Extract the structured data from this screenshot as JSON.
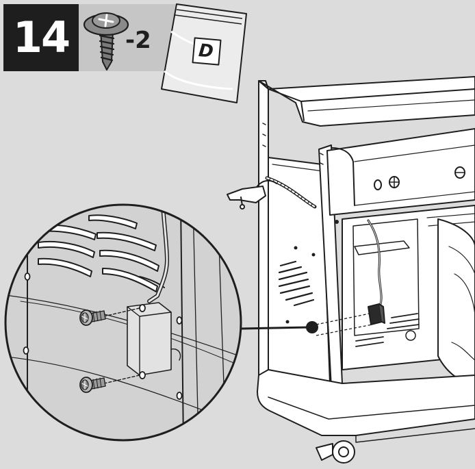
{
  "step": {
    "number": "14"
  },
  "parts": {
    "screw_quantity": "-2",
    "hardware_bag_letter": "D"
  },
  "icons": {
    "screw": "screw-icon",
    "bag": "hardware-bag-icon"
  },
  "colors": {
    "background": "#dcdcdc",
    "step_box": "#1e1e1e",
    "parts_panel": "#c6c6c6",
    "line_art": "#1e1e1e",
    "grill_fill": "#ffffff"
  }
}
